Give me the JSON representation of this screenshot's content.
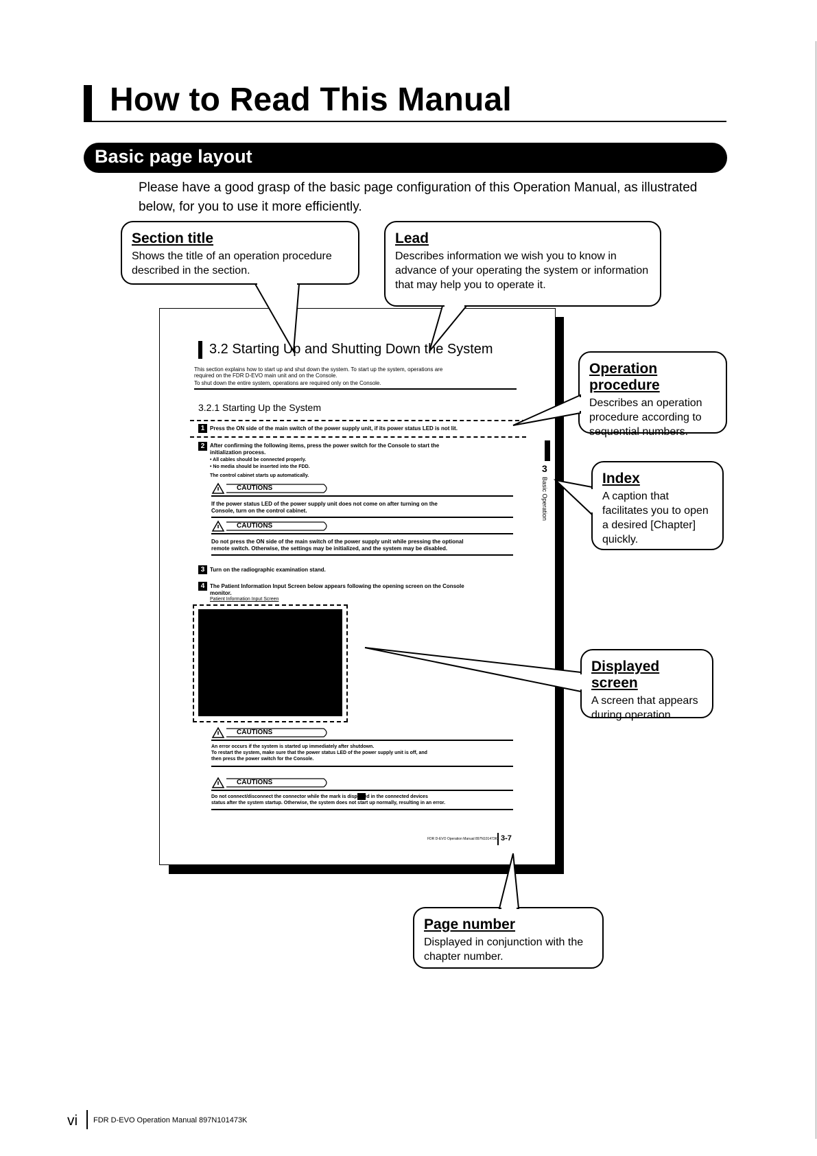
{
  "page": {
    "title": "How to Read This Manual",
    "section_heading": "Basic page layout",
    "intro": "Please have a good grasp of the basic page configuration of this Operation Manual, as illustrated below, for you to use it more efficiently."
  },
  "callouts": {
    "section_title": {
      "title": "Section title",
      "desc": "Shows the title of an operation procedure described in the section."
    },
    "lead": {
      "title": "Lead",
      "desc": "Describes information we wish you to know in advance of your operating the system or information that may help you to operate it."
    },
    "operation_procedure": {
      "title": "Operation procedure",
      "desc": "Describes an operation procedure according to sequential numbers."
    },
    "index": {
      "title": "Index",
      "desc": "A caption that facilitates you to open a desired [Chapter] quickly."
    },
    "displayed_screen": {
      "title": "Displayed screen",
      "desc": "A screen that appears during operation."
    },
    "page_number": {
      "title": "Page number",
      "desc": "Displayed in conjunction with the chapter number."
    }
  },
  "sample": {
    "section_title": "3.2  Starting Up and Shutting Down the System",
    "lead_line1": "This section explains how to start up and shut down the system. To start up the system, operations are",
    "lead_line2": "required on the FDR D-EVO main unit and on the Console.",
    "lead_line3": "To shut down the entire system, operations are required only on the Console.",
    "subsection": "3.2.1  Starting Up the System",
    "step1_num": "1",
    "step1": "Press the ON side of the main switch of the power supply unit, if its power status LED is not lit.",
    "step2_num": "2",
    "step2_line1": "After confirming the following items, press the power switch for the Console to start the",
    "step2_line2": "initialization process.",
    "bullet1": "• All cables should be connected properly.",
    "bullet2": "• No media should be inserted into the FDD.",
    "control_note": "The control cabinet starts up automatically.",
    "caution_label": "CAUTIONS",
    "caution1_line1": "If the power status LED of the power supply unit does not come on after turning on the",
    "caution1_line2": "Console, turn on the control cabinet.",
    "caution2_line1": "Do not press the ON side of the main switch of the power supply unit while pressing the optional",
    "caution2_line2": "remote switch. Otherwise, the settings may be initialized, and the system may be disabled.",
    "step3_num": "3",
    "step3": "Turn on the radiographic examination stand.",
    "step4_num": "4",
    "step4_line1": "The Patient Information Input Screen below appears following the opening screen on the Console",
    "step4_line2": "monitor.",
    "screen_caption": "Patient Information Input Screen",
    "caution3_line1": "An error occurs if the system is started up immediately after shutdown.",
    "caution3_line2": "To restart the system, make sure that the power status LED of the power supply unit is off, and",
    "caution3_line3": "then press the power switch for the Console.",
    "caution4_line1": "Do not connect/disconnect the connector while the      mark is displayed in the connected devices",
    "caution4_line2": "status after the system startup. Otherwise, the system does not start up normally, resulting in an error.",
    "index_tab": "3",
    "index_label": "Basic Operation",
    "footer": "FDR D-EVO Operation Manual   897N101473K",
    "page_number": "3-7"
  },
  "footer": {
    "page_num": "vi",
    "text": "FDR D-EVO Operation Manual    897N101473K"
  }
}
